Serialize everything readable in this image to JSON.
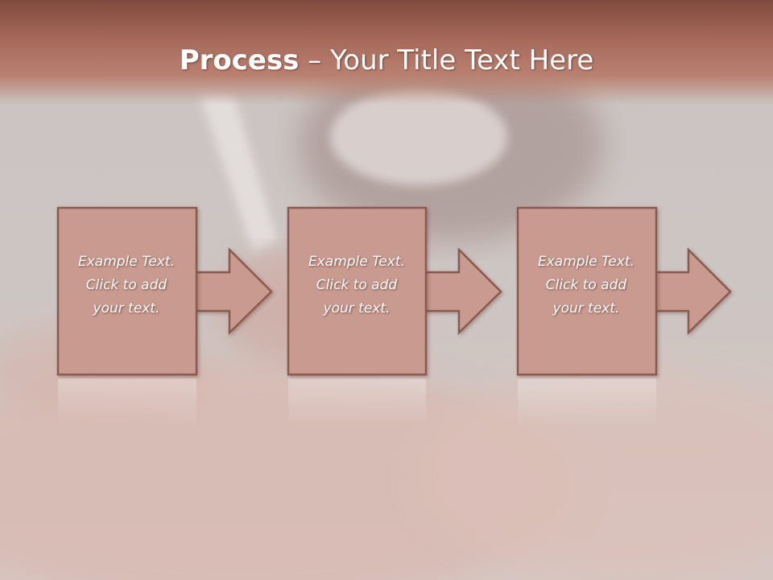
{
  "slide": {
    "title_bold": "Process",
    "title_rest": " – Your Title Text Here",
    "colors": {
      "header": "#a66757",
      "box_fill": "#c99a8f",
      "box_stroke": "#8b5a50",
      "text": "#ffffff"
    }
  },
  "steps": [
    {
      "line1": "Example Text.",
      "line2": "Click  to add",
      "line3": "your text."
    },
    {
      "line1": "Example Text.",
      "line2": "Click  to add",
      "line3": "your text."
    },
    {
      "line1": "Example Text.",
      "line2": "Click  to add",
      "line3": "your text."
    }
  ],
  "icons": [
    "arrow-right-icon",
    "arrow-right-icon",
    "arrow-right-icon"
  ]
}
